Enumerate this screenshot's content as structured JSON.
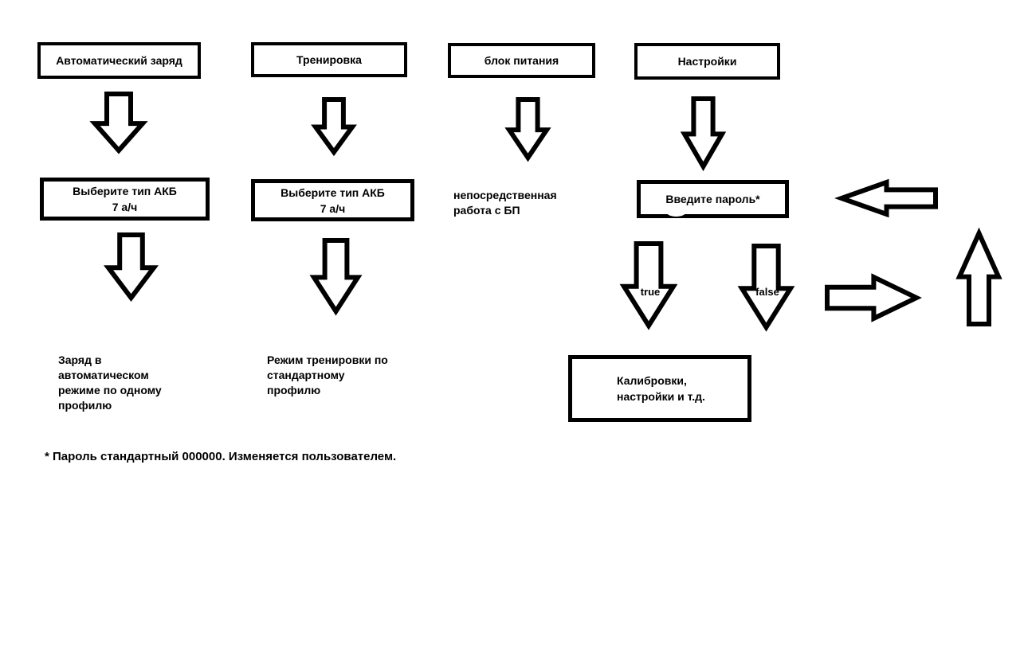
{
  "colors": {
    "ink": "#000000",
    "background": "#ffffff"
  },
  "boxes": {
    "auto_charge": "Автоматический заряд",
    "training": "Тренировка",
    "psu": "блок питания",
    "settings": "Настройки",
    "select_battery_auto": "Выберите тип АКБ\n7 а/ч",
    "select_battery_training": "Выберите тип АКБ\n7 а/ч",
    "enter_password": "Введите пароль*",
    "calibration": "Калибровки,\nнастройки и т.д."
  },
  "texts": {
    "psu_note": "непосредственная\nработа с БП",
    "auto_result": "Заряд в\nавтоматическом\nрежиме по одному\nпрофилю",
    "training_result": "Режим тренировки по\nстандартному\nпрофилю",
    "footnote": "* Пароль стандартный 000000. Изменяется пользователем."
  },
  "labels": {
    "true_branch": "true",
    "false_branch": "false"
  },
  "icons": {
    "down_arrow": "block-arrow-down",
    "up_arrow": "block-arrow-up",
    "left_arrow": "block-arrow-left",
    "right_arrow": "block-arrow-right"
  }
}
